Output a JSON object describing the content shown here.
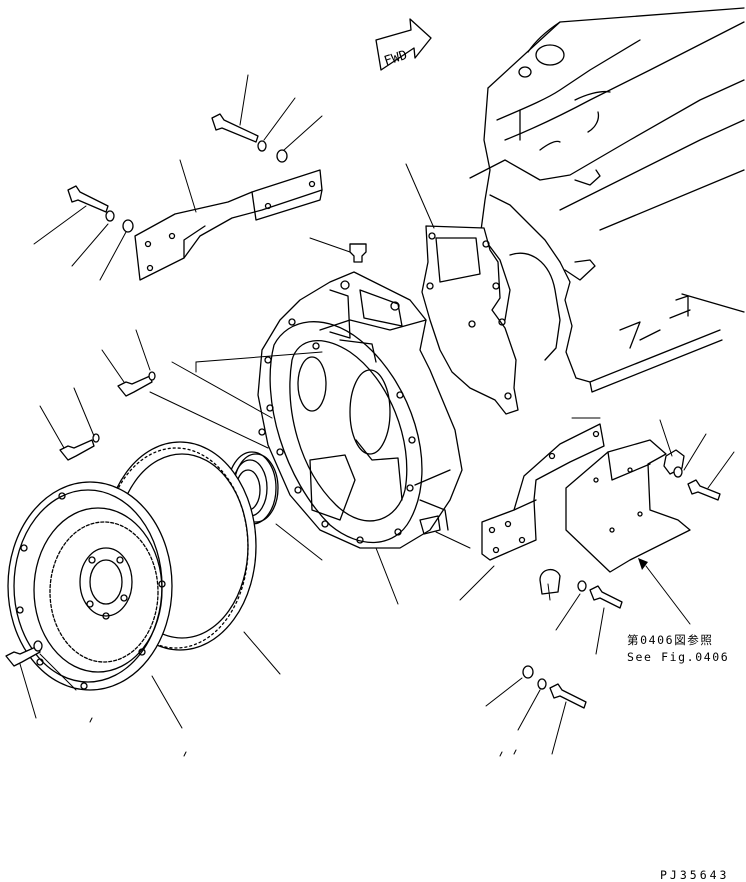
{
  "diagram": {
    "forward_arrow_label": "FWD",
    "fig_reference_jp": "第0406図参照",
    "fig_reference_en": "See Fig.0406",
    "drawing_code": "PJ35643"
  }
}
